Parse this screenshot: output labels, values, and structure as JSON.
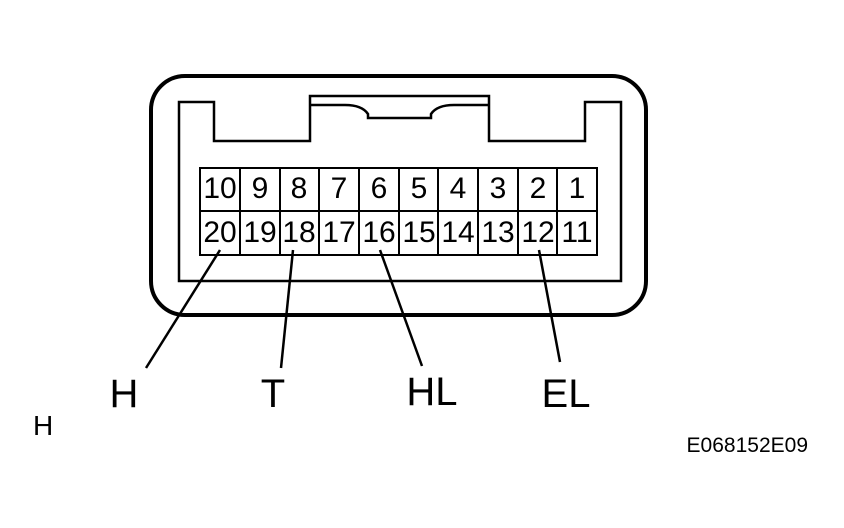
{
  "connector": {
    "top_row_pins": [
      "10",
      "9",
      "8",
      "7",
      "6",
      "5",
      "4",
      "3",
      "2",
      "1"
    ],
    "bottom_row_pins": [
      "20",
      "19",
      "18",
      "17",
      "16",
      "15",
      "14",
      "13",
      "12",
      "11"
    ]
  },
  "callouts": [
    {
      "label": "H",
      "pin": "20"
    },
    {
      "label": "T",
      "pin": "18"
    },
    {
      "label": "HL",
      "pin": "16"
    },
    {
      "label": "EL",
      "pin": "12"
    }
  ],
  "corner_label": "H",
  "figure_code": "E068152E09",
  "colors": {
    "ink": "#000000",
    "background": "#ffffff"
  }
}
